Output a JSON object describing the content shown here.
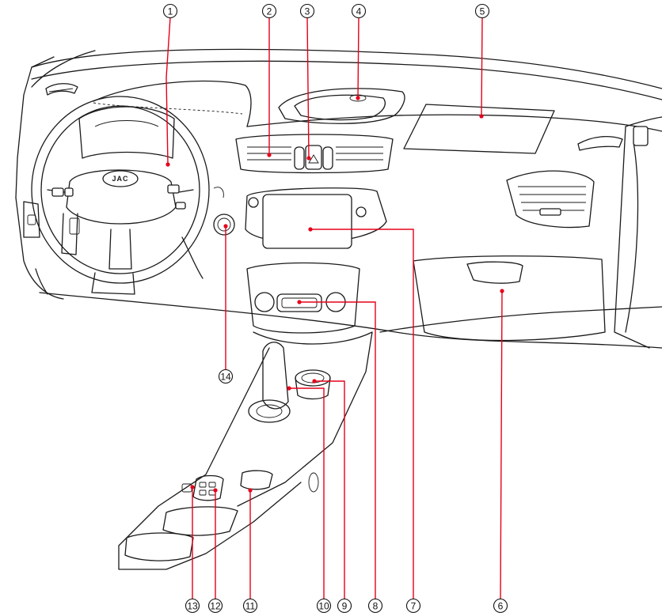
{
  "diagram": {
    "brand_badge": "JAC",
    "callouts": [
      {
        "number": "1",
        "part": "steering-wheel-area"
      },
      {
        "number": "2",
        "part": "center-air-vent"
      },
      {
        "number": "3",
        "part": "hazard-switch"
      },
      {
        "number": "4",
        "part": "dash-top-storage"
      },
      {
        "number": "5",
        "part": "passenger-airbag-panel"
      },
      {
        "number": "6",
        "part": "glove-box-handle"
      },
      {
        "number": "7",
        "part": "infotainment-screen"
      },
      {
        "number": "8",
        "part": "climate-control-panel"
      },
      {
        "number": "9",
        "part": "cup-holder"
      },
      {
        "number": "10",
        "part": "gear-selector-button"
      },
      {
        "number": "11",
        "part": "console-switch"
      },
      {
        "number": "12",
        "part": "console-switch-panel"
      },
      {
        "number": "13",
        "part": "console-buttons"
      },
      {
        "number": "14",
        "part": "start-stop-button"
      }
    ],
    "colors": {
      "callout": "#e6001a",
      "ink": "#1a1a1a",
      "background": "#ffffff"
    }
  }
}
